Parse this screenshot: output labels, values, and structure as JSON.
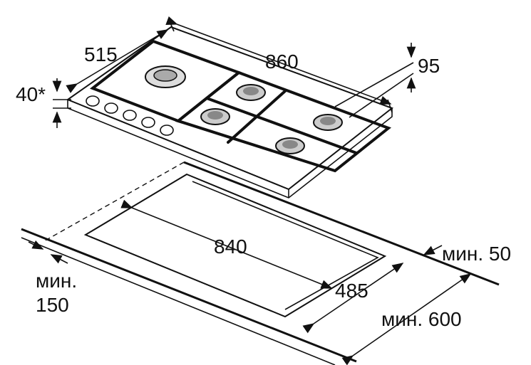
{
  "hob": {
    "depth": "515",
    "width": "860",
    "height_above": "40*",
    "offset_right": "95"
  },
  "cutout": {
    "width": "840",
    "depth": "485",
    "min_back": "мин. 50",
    "min_side_line1": "мин.",
    "min_side_line2": "150",
    "min_worktop": "мин. 600"
  }
}
